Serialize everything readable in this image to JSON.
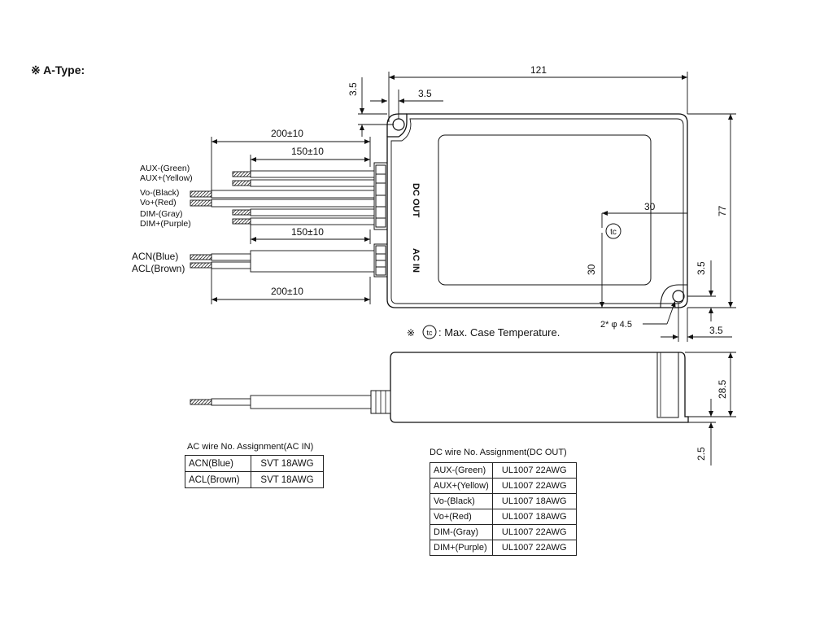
{
  "title": "※ A-Type:",
  "dims": {
    "width_121": "121",
    "hole_3_5_left": "3.5",
    "hole_3_5_top": "3.5",
    "height_77": "77",
    "len_200_top": "200±10",
    "len_150_top": "150±10",
    "len_150_bot": "150±10",
    "len_200_bot": "200±10",
    "tc_30_horiz": "30",
    "tc_30_vert": "30",
    "right_3_5_vert": "3.5",
    "right_3_5_horiz": "3.5",
    "holes": "2* φ 4.5",
    "side_28_5": "28.5",
    "side_2_5": "2.5"
  },
  "case_labels": {
    "dc_out": "DC OUT",
    "ac_in": "AC IN",
    "tc": "tc"
  },
  "wire_labels": [
    "AUX-(Green)",
    "AUX+(Yellow)",
    "Vo-(Black)",
    "Vo+(Red)",
    "DIM-(Gray)",
    "DIM+(Purple)"
  ],
  "ac_wire_labels": [
    "ACN(Blue)",
    "ACL(Brown)"
  ],
  "tc_note": {
    "prefix": "※",
    "symbol": "tc",
    "text": ": Max. Case Temperature."
  },
  "ac_table": {
    "caption": "AC wire No. Assignment(AC IN)",
    "rows": [
      [
        "ACN(Blue)",
        "SVT 18AWG"
      ],
      [
        "ACL(Brown)",
        "SVT 18AWG"
      ]
    ]
  },
  "dc_table": {
    "caption": "DC wire No. Assignment(DC OUT)",
    "rows": [
      [
        "AUX-(Green)",
        "UL1007 22AWG"
      ],
      [
        "AUX+(Yellow)",
        "UL1007 22AWG"
      ],
      [
        "Vo-(Black)",
        "UL1007 18AWG"
      ],
      [
        "Vo+(Red)",
        "UL1007 18AWG"
      ],
      [
        "DIM-(Gray)",
        "UL1007 22AWG"
      ],
      [
        "DIM+(Purple)",
        "UL1007 22AWG"
      ]
    ]
  }
}
